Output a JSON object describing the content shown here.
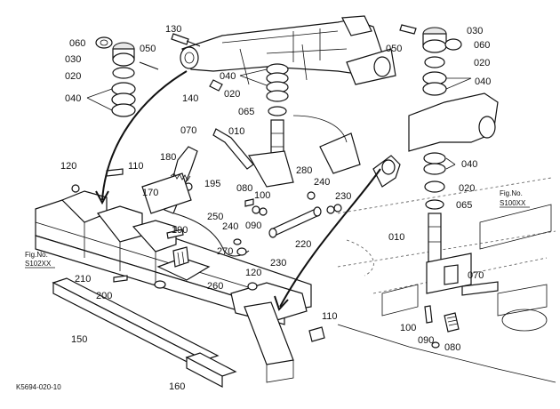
{
  "diagram": {
    "drawing_code": "K5694-020-10",
    "labels": {
      "l130": "130",
      "l060a": "060",
      "l050a": "050",
      "l030a": "030",
      "l020a": "020",
      "l040a": "040",
      "l140": "140",
      "l040b": "040",
      "l020b": "020",
      "l065a": "065",
      "l070a": "070",
      "l010a": "010",
      "l120a": "120",
      "l110a": "110",
      "l180": "180",
      "l170": "170",
      "l195": "195",
      "l280": "280",
      "l240a": "240",
      "l080a": "080",
      "l100a": "100",
      "l090a": "090",
      "l230a": "230",
      "l250": "250",
      "l240b": "240",
      "l190": "190",
      "l220": "220",
      "l270": "270",
      "l230b": "230",
      "l210": "210",
      "l200": "200",
      "l260": "260",
      "l120b": "120",
      "l150": "150",
      "l110b": "110",
      "l160": "160",
      "l050b": "050",
      "l030b": "030",
      "l060b": "060",
      "l020c": "020",
      "l040c": "040",
      "l040d": "040",
      "l020d": "020",
      "l065b": "065",
      "l010b": "010",
      "l070b": "070",
      "l100b": "100",
      "l090b": "090",
      "l080b": "080",
      "fig_left_1": "Fig.No.",
      "fig_left_2": "S102XX",
      "fig_right_1": "Fig.No.",
      "fig_right_2": "S100XX"
    }
  }
}
